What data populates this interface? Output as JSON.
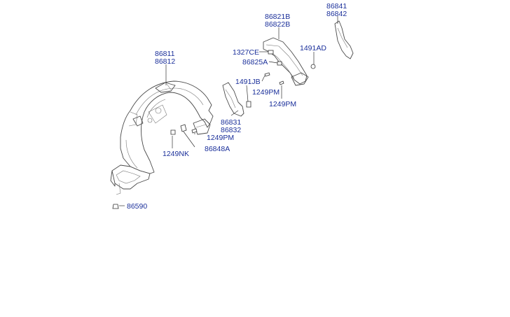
{
  "labels": {
    "p86811": "86811",
    "p86812": "86812",
    "p86821B": "86821B",
    "p86822B": "86822B",
    "p86841": "86841",
    "p86842": "86842",
    "p1327CE": "1327CE",
    "p1491AD": "1491AD",
    "p86825A": "86825A",
    "p1491JB": "1491JB",
    "p1249PM_a": "1249PM",
    "p1249PM_b": "1249PM",
    "p1249PM_c": "1249PM",
    "p86831": "86831",
    "p86832": "86832",
    "p1249NK": "1249NK",
    "p86848A": "86848A",
    "p86590": "86590"
  },
  "colors": {
    "label": "#1a2f9a",
    "line": "#4a4a4a",
    "background": "#ffffff"
  }
}
